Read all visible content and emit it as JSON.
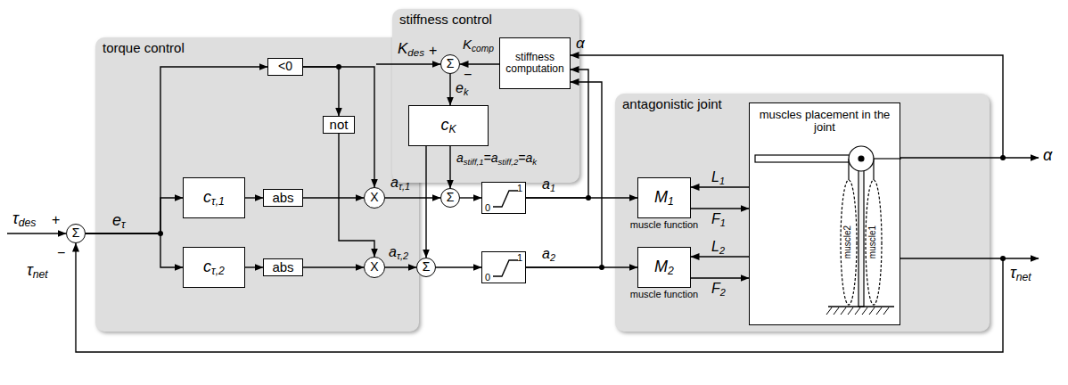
{
  "diagram": {
    "nodes": [
      {
        "text": [
          "torque control"
        ]
      },
      {
        "text": [
          "Σ"
        ]
      },
      {
        "text": [
          "<0"
        ],
        "in": 0
      },
      {
        "text": [
          "not"
        ],
        "in": 0
      },
      {
        "text": [
          "cτ,1"
        ],
        "in": 0
      },
      {
        "text": [
          "abs"
        ],
        "in": 0
      },
      {
        "text": [
          "X"
        ],
        "in": 0
      },
      {
        "text": [
          "cτ,2"
        ],
        "in": 0
      },
      {
        "text": [
          "abs"
        ],
        "in": 0
      },
      {
        "text": [
          "X"
        ],
        "in": 0
      },
      {
        "text": [
          "stiffness control"
        ]
      },
      {
        "text": [
          "Σ"
        ],
        "in": 10
      },
      {
        "text": [
          "stiffness computation"
        ],
        "in": 10
      },
      {
        "text": [
          "cK"
        ],
        "in": 10
      },
      {
        "text": [
          "Σ"
        ]
      },
      {
        "text": [
          "Σ"
        ]
      },
      {
        "text": [
          "1",
          "0"
        ]
      },
      {
        "text": [
          "1",
          "0"
        ]
      },
      {
        "text": [
          "antagonistic joint"
        ]
      },
      {
        "text": [
          "M1",
          "muscle function"
        ],
        "in": 18
      },
      {
        "text": [
          "M2",
          "muscle function"
        ],
        "in": 18
      },
      {
        "text": [
          "muscles placement in the joint"
        ],
        "in": 18
      }
    ],
    "edges": [
      {
        "from": 1,
        "to": 4,
        "arrow": "to"
      },
      {
        "from": 1,
        "to": 7,
        "arrow": "to"
      },
      {
        "from": 1,
        "to": 2,
        "arrow": "to"
      },
      {
        "from": 2,
        "to": 6,
        "arrow": "to"
      },
      {
        "from": 2,
        "to": 3,
        "arrow": "to"
      },
      {
        "from": 3,
        "to": 9,
        "arrow": "to"
      },
      {
        "from": 4,
        "to": 5,
        "arrow": "to"
      },
      {
        "from": 5,
        "to": 6,
        "arrow": "to"
      },
      {
        "from": 7,
        "to": 8,
        "arrow": "to"
      },
      {
        "from": 8,
        "to": 9,
        "arrow": "to"
      },
      {
        "from": 6,
        "to": 14,
        "arrow": "to"
      },
      {
        "from": 9,
        "to": 15,
        "arrow": "to"
      },
      {
        "from": 12,
        "to": 11,
        "arrow": "to"
      },
      {
        "from": 11,
        "to": 13,
        "arrow": "to"
      },
      {
        "from": 13,
        "to": 14,
        "arrow": "to"
      },
      {
        "from": 13,
        "to": 15,
        "arrow": "to"
      },
      {
        "from": 14,
        "to": 16,
        "arrow": "to"
      },
      {
        "from": 15,
        "to": 17,
        "arrow": "to"
      },
      {
        "from": 16,
        "to": 19,
        "arrow": "to"
      },
      {
        "from": 17,
        "to": 20,
        "arrow": "to"
      },
      {
        "from": 16,
        "to": 12,
        "arrow": "to"
      },
      {
        "from": 17,
        "to": 12,
        "arrow": "to"
      },
      {
        "from": 21,
        "to": 19,
        "arrow": "to"
      },
      {
        "from": 19,
        "to": 21,
        "arrow": "to"
      },
      {
        "from": 21,
        "to": 20,
        "arrow": "to"
      },
      {
        "from": 20,
        "to": 21,
        "arrow": "to"
      },
      {
        "from": 21,
        "to": 12,
        "arrow": "to"
      },
      {
        "from": 21,
        "to": 1,
        "arrow": "to"
      }
    ],
    "labels": [
      "τdes",
      "+",
      "τnet",
      "−",
      "eτ",
      "aτ,1",
      "aτ,2",
      "Kdes",
      "+",
      "Kcomp",
      "−",
      "α",
      "ek",
      "astiff,1=astiff,2=ak",
      "a1",
      "a2",
      "L1",
      "F1",
      "L2",
      "F2",
      "α",
      "τnet",
      "muscle2",
      "muscle1"
    ]
  }
}
